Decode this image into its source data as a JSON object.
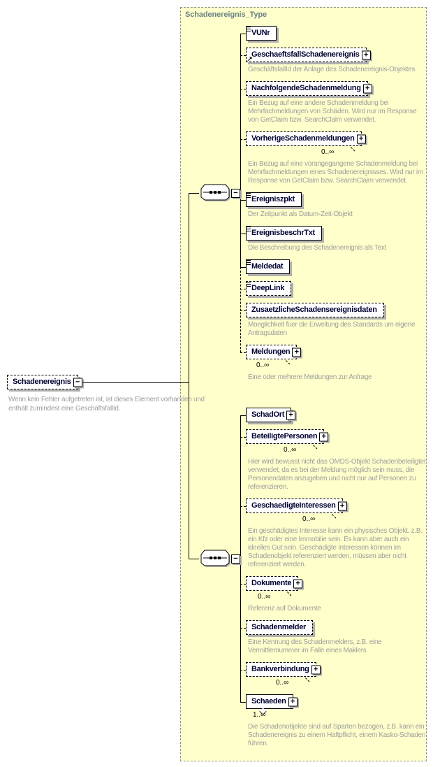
{
  "colors": {
    "bg-yellow": "#ffffcb",
    "c-title": "#6b8185",
    "c-ann": "#9e9e9e",
    "c-label": "#000033",
    "c-shadow": "#b0b0b0",
    "c-frame": "#909090"
  },
  "icons": {
    "expand": "+",
    "collapse": "−",
    "reference": "↗"
  },
  "diagram": {
    "type_title": "Schadenereignis_Type",
    "root": {
      "label": "Schadenereignis",
      "annotation": "Wenn kein Fehler aufgetreten ist, ist dieses Element vorhanden und enthält zumindest eine GeschäftsfallId."
    },
    "groups": [
      {
        "connector": "sequence",
        "elements": [
          {
            "name": "VUNr",
            "optional": false,
            "multi": false,
            "expandable": false,
            "corner_icon": true,
            "ref_icon": false,
            "occurrence": null,
            "annotation": null
          },
          {
            "name": "GeschaeftsfallSchadenereignis",
            "optional": true,
            "multi": false,
            "expandable": true,
            "corner_icon": false,
            "ref_icon": true,
            "occurrence": null,
            "annotation": "GeschäftsfallId der Anlage des Schadenereignis-Objektes"
          },
          {
            "name": "NachfolgendeSchadenmeldung",
            "optional": true,
            "multi": false,
            "expandable": true,
            "corner_icon": false,
            "ref_icon": false,
            "occurrence": null,
            "annotation": "Ein Bezug auf eine andere Schadenmeldung bei Mehrfachmeldungen von Schäden. Wird nur im Response von GetClaim bzw. SearchClaim verwendet."
          },
          {
            "name": "VorherigeSchadenmeldungen",
            "optional": true,
            "multi": true,
            "expandable": true,
            "corner_icon": false,
            "ref_icon": false,
            "occurrence": "0..∞",
            "annotation": "Ein Bezug auf eine vorangegangene Schadenmeldung bei Mehrfachmeldungen eines Schadenereignisses. Wird nur im Response von GetClaim bzw. SearchClaim verwendet."
          },
          {
            "name": "Ereigniszpkt",
            "optional": false,
            "multi": false,
            "expandable": false,
            "corner_icon": true,
            "ref_icon": false,
            "occurrence": null,
            "annotation": "Der Zeitpunkt als Datum-Zeit-Objekt"
          },
          {
            "name": "EreignisbeschrTxt",
            "optional": false,
            "multi": false,
            "expandable": false,
            "corner_icon": true,
            "ref_icon": false,
            "occurrence": null,
            "annotation": "Die Beschreibung des Schadenereignis als Text"
          },
          {
            "name": "Meldedat",
            "optional": false,
            "multi": false,
            "expandable": false,
            "corner_icon": true,
            "ref_icon": false,
            "occurrence": null,
            "annotation": null
          },
          {
            "name": "DeepLink",
            "optional": true,
            "multi": false,
            "expandable": false,
            "corner_icon": true,
            "ref_icon": false,
            "occurrence": null,
            "annotation": null
          },
          {
            "name": "ZusaetzlicheSchadensereignisdaten",
            "optional": true,
            "multi": false,
            "expandable": false,
            "corner_icon": false,
            "ref_icon": false,
            "occurrence": null,
            "annotation": "Moeglichkeit fuer die Erweitung des Standards um eigene Antragsdaten"
          },
          {
            "name": "Meldungen",
            "optional": true,
            "multi": true,
            "expandable": true,
            "corner_icon": false,
            "ref_icon": false,
            "occurrence": "0..∞",
            "annotation": "Eine oder mehrere Meldungen zur Anfrage"
          }
        ]
      },
      {
        "connector": "sequence",
        "elements": [
          {
            "name": "SchadOrt",
            "optional": false,
            "multi": false,
            "expandable": true,
            "corner_icon": false,
            "ref_icon": false,
            "occurrence": null,
            "annotation": null
          },
          {
            "name": "BeteiligtePersonen",
            "optional": true,
            "multi": true,
            "expandable": true,
            "corner_icon": false,
            "ref_icon": false,
            "occurrence": "0..∞",
            "annotation": "Hier wird bewusst nicht das OMDS-Objekt Schadenbeteiligter verwendet, da es bei der Meldung möglich sein muss, die Personendaten anzugeben und nicht nur auf Personen zu referenzieren."
          },
          {
            "name": "GeschaedigteInteressen",
            "optional": true,
            "multi": true,
            "expandable": true,
            "corner_icon": false,
            "ref_icon": false,
            "occurrence": "0..∞",
            "annotation": "Ein geschädigtes Interesse kann ein physisches Objekt, z.B. ein Kfz oder eine Immobilie sein. Es kann aber auch ein ideelles Gut sein. Geschädigte Interessen können im Schadenobjekt referenziert werden, müssen aber nicht referenziert werden."
          },
          {
            "name": "Dokumente",
            "optional": true,
            "multi": true,
            "expandable": true,
            "corner_icon": false,
            "ref_icon": false,
            "occurrence": "0..∞",
            "annotation": "Referenz auf Dokumente"
          },
          {
            "name": "Schadenmelder",
            "optional": true,
            "multi": false,
            "expandable": false,
            "corner_icon": false,
            "ref_icon": false,
            "occurrence": null,
            "annotation": "Eine Kennung des Schadenmelders, z.B. eine Vermittlernummer im Falle eines Maklers"
          },
          {
            "name": "Bankverbindung",
            "optional": true,
            "multi": true,
            "expandable": true,
            "corner_icon": false,
            "ref_icon": false,
            "occurrence": "0..∞",
            "annotation": null
          },
          {
            "name": "Schaeden",
            "optional": false,
            "multi": true,
            "expandable": true,
            "corner_icon": false,
            "ref_icon": false,
            "occurrence": "1..∞",
            "chevron": true,
            "annotation": "Die Schadenobjekte sind auf Sparten bezogen, z.B. kann ein Schadenereignis zu einem Haftpflicht, einem Kasko-Schaden führen."
          }
        ]
      }
    ]
  }
}
